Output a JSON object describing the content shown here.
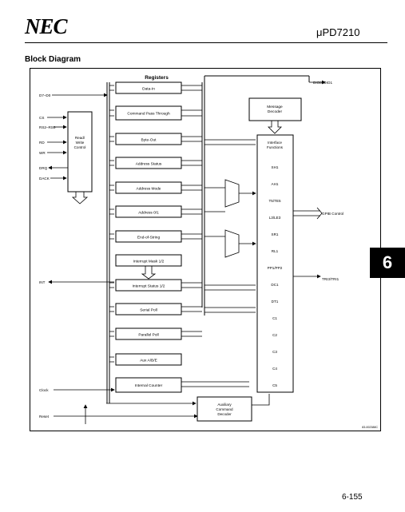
{
  "header": {
    "logo": "NEC",
    "part_number": "μPD7210"
  },
  "title": "Block Diagram",
  "tab_label": "6",
  "page_number": "6-155",
  "diagram": {
    "registers_header": "Registers",
    "registers": [
      "Data-In",
      "Command Pass Through",
      "Byte-Out",
      "Address Status",
      "Address Mode",
      "Address 0/1",
      "End-of-String",
      "Interrupt Mask 1/2",
      "Interrupt Status 1/2",
      "Serial Poll",
      "Parallel Poll",
      "Aux A/B/E",
      "Internal Counter"
    ],
    "rw_control": [
      "Read/",
      "Write",
      "Control"
    ],
    "message_decoder": [
      "Message",
      "Decoder"
    ],
    "aux_decoder": [
      "Auxiliary",
      "Command",
      "Decoder"
    ],
    "interface_title": [
      "Interface",
      "Functions"
    ],
    "interface_functions": [
      "SH1",
      "AH1",
      "T5/TE5",
      "L3/LE3",
      "SR1",
      "RL1",
      "PP1/PP2",
      "DC1",
      "DT1",
      "C1",
      "C2",
      "C3",
      "C4",
      "C5"
    ],
    "left_signals": [
      "D7–D0",
      "CS",
      "RS2–RS0",
      "RD",
      "WR",
      "DRQ",
      "DACK",
      "INT",
      "Clock",
      "Reset"
    ],
    "right_signals": [
      "DIO8–DIO1",
      "GPIB Control",
      "TRI3/TRI1"
    ],
    "doc_code": "83-002388C"
  }
}
